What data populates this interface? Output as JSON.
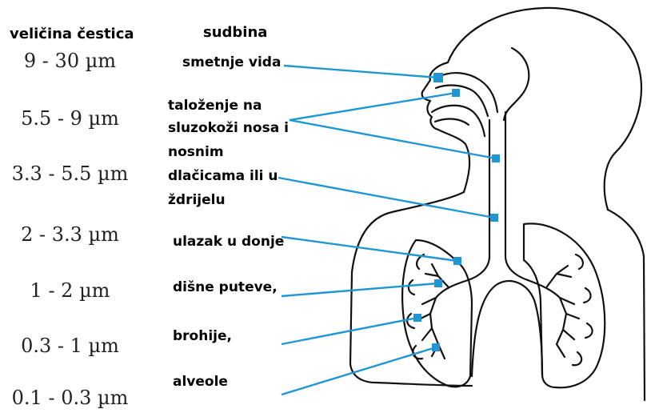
{
  "headers": {
    "particle_size": "veličina čestica",
    "fate": "sudbina"
  },
  "sizes": [
    "9 - 30 µm",
    "5.5 - 9 µm",
    "3.3 - 5.5 µm",
    "2 - 3.3 µm",
    "1 - 2 µm",
    "0.3 - 1 µm",
    "0.1 - 0.3 µm"
  ],
  "fate_lines": [
    "smetnje vida",
    "taloženje na",
    "sluzokoži nosa i",
    "nosnim",
    "dlačicama ili u",
    "ždrijelu",
    "ulazak u donje",
    "dišne puteve,",
    "brohije,",
    "alveole"
  ],
  "colors": {
    "pointer": "#1f97d4",
    "outline": "#111111"
  }
}
